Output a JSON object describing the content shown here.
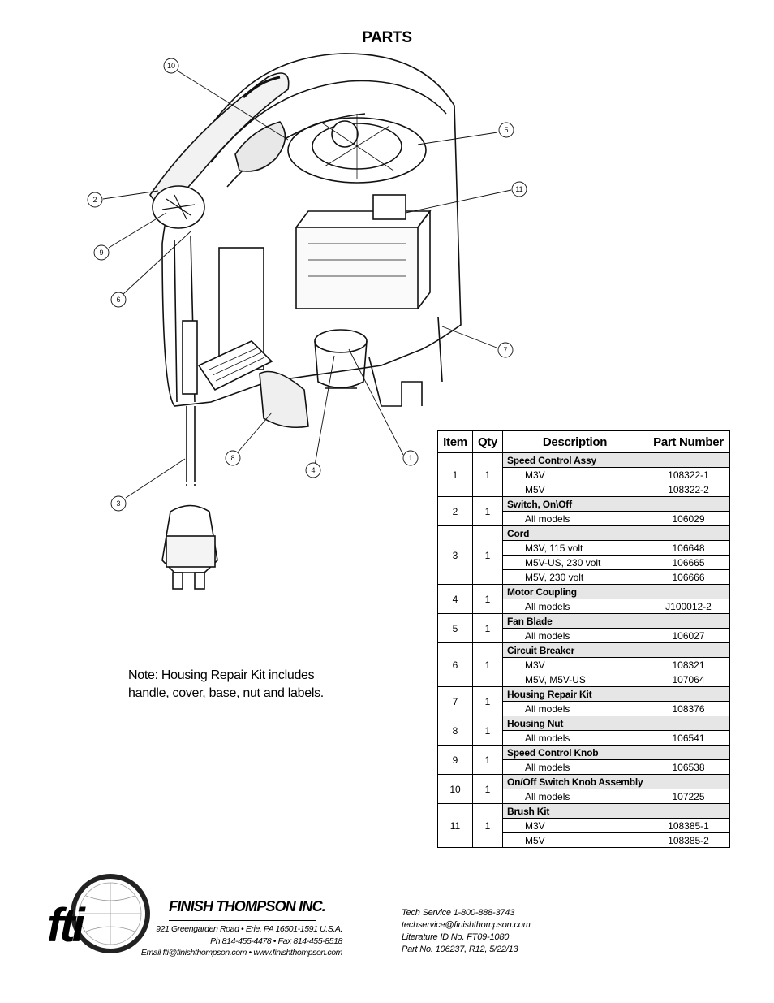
{
  "page": {
    "title": "PARTS"
  },
  "diagram": {
    "callouts": [
      "10",
      "5",
      "11",
      "2",
      "9",
      "6",
      "7",
      "8",
      "4",
      "1",
      "3"
    ]
  },
  "note": {
    "line1": "Note:  Housing Repair Kit includes",
    "line2": "handle, cover, base, nut and labels."
  },
  "parts_table": {
    "headers": {
      "item": "Item",
      "qty": "Qty",
      "description": "Description",
      "part_number": "Part Number"
    },
    "rows": [
      {
        "item": "1",
        "qty": "1",
        "description": "Speed Control Assy",
        "variants": [
          {
            "model": "M3V",
            "pn": "108322-1"
          },
          {
            "model": "M5V",
            "pn": "108322-2"
          }
        ]
      },
      {
        "item": "2",
        "qty": "1",
        "description": "Switch, On\\Off",
        "variants": [
          {
            "model": "All models",
            "pn": "106029"
          }
        ]
      },
      {
        "item": "3",
        "qty": "1",
        "description": "Cord",
        "variants": [
          {
            "model": "M3V, 115 volt",
            "pn": "106648"
          },
          {
            "model": "M5V-US, 230 volt",
            "pn": "106665"
          },
          {
            "model": "M5V, 230 volt",
            "pn": "106666"
          }
        ]
      },
      {
        "item": "4",
        "qty": "1",
        "description": "Motor Coupling",
        "variants": [
          {
            "model": "All models",
            "pn": "J100012-2"
          }
        ]
      },
      {
        "item": "5",
        "qty": "1",
        "description": "Fan Blade",
        "variants": [
          {
            "model": "All models",
            "pn": "106027"
          }
        ]
      },
      {
        "item": "6",
        "qty": "1",
        "description": "Circuit Breaker",
        "variants": [
          {
            "model": "M3V",
            "pn": "108321"
          },
          {
            "model": "M5V, M5V-US",
            "pn": "107064"
          }
        ]
      },
      {
        "item": "7",
        "qty": "1",
        "description": "Housing Repair Kit",
        "variants": [
          {
            "model": "All models",
            "pn": "108376"
          }
        ]
      },
      {
        "item": "8",
        "qty": "1",
        "description": "Housing Nut",
        "variants": [
          {
            "model": "All models",
            "pn": "106541"
          }
        ]
      },
      {
        "item": "9",
        "qty": "1",
        "description": "Speed Control Knob",
        "variants": [
          {
            "model": "All models",
            "pn": "106538"
          }
        ]
      },
      {
        "item": "10",
        "qty": "1",
        "description": "On/Off Switch Knob Assembly",
        "variants": [
          {
            "model": "All models",
            "pn": "107225"
          }
        ]
      },
      {
        "item": "11",
        "qty": "1",
        "description": "Brush Kit",
        "variants": [
          {
            "model": "M3V",
            "pn": "108385-1"
          },
          {
            "model": "M5V",
            "pn": "108385-2"
          }
        ]
      }
    ]
  },
  "footer": {
    "logo_text": "fti",
    "company": "FINISH THOMPSON INC.",
    "address": "921 Greengarden Road • Erie, PA 16501-1591 U.S.A.",
    "phone": "Ph 814-455-4478 • Fax 814-455-8518",
    "email_web": "Email fti@finishthompson.com • www.finishthompson.com",
    "tech_service": "Tech Service 1-800-888-3743",
    "tech_email": "techservice@finishthompson.com",
    "literature": "Literature ID No.  FT09-1080",
    "part_no": "Part No. 106237, R12, 5/22/13"
  }
}
